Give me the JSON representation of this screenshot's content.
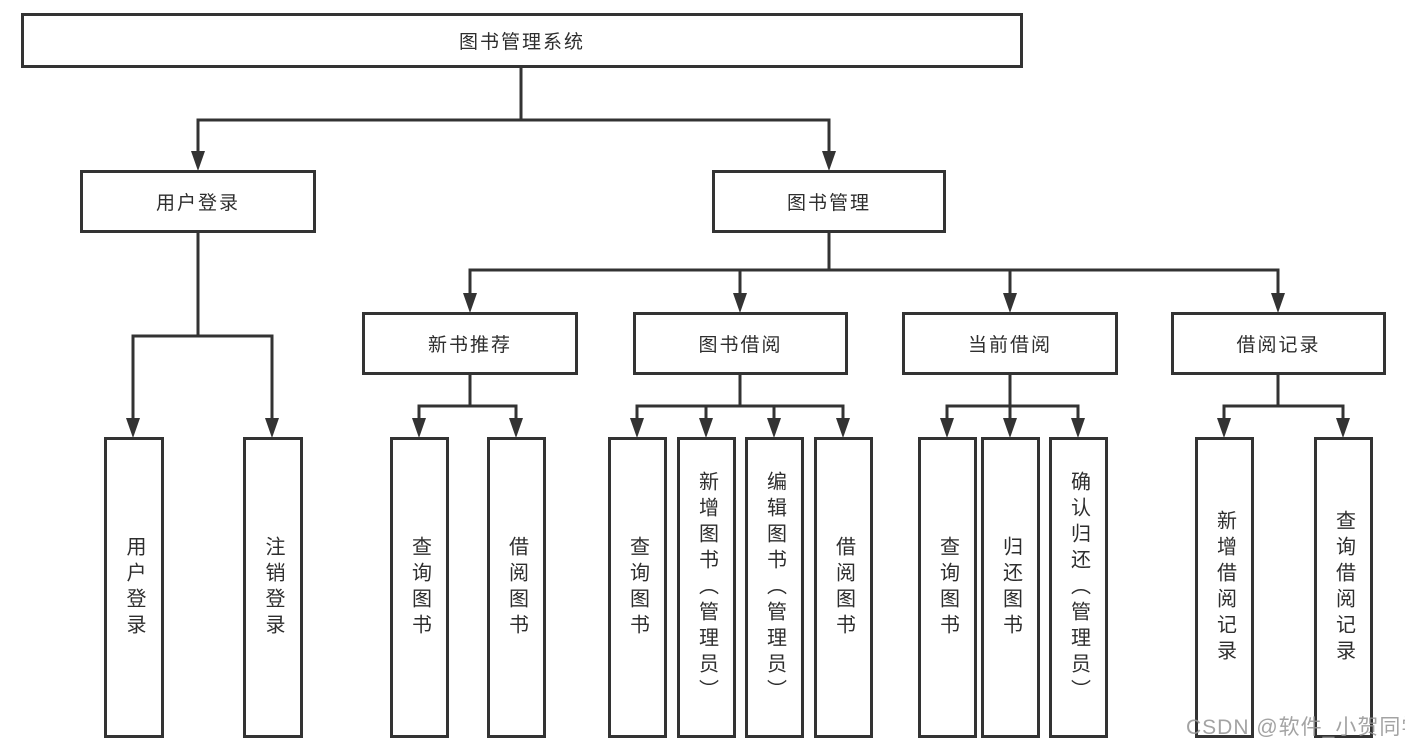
{
  "watermark": "CSDN @软件_小贺同学",
  "colors": {
    "line": "#333333",
    "text": "#2e2e2e",
    "watermark": "#969696"
  },
  "diagram": {
    "root": {
      "label": "图书管理系统"
    },
    "branches": [
      {
        "label": "用户登录",
        "children": [
          {
            "label": "用户登录"
          },
          {
            "label": "注销登录"
          }
        ]
      },
      {
        "label": "图书管理",
        "children": [
          {
            "label": "新书推荐",
            "children": [
              {
                "label": "查询图书"
              },
              {
                "label": "借阅图书"
              }
            ]
          },
          {
            "label": "图书借阅",
            "children": [
              {
                "label": "查询图书"
              },
              {
                "label": "新增图书（管理员）"
              },
              {
                "label": "编辑图书（管理员）"
              },
              {
                "label": "借阅图书"
              }
            ]
          },
          {
            "label": "当前借阅",
            "children": [
              {
                "label": "查询图书"
              },
              {
                "label": "归还图书"
              },
              {
                "label": "确认归还（管理员）"
              }
            ]
          },
          {
            "label": "借阅记录",
            "children": [
              {
                "label": "新增借阅记录"
              },
              {
                "label": "查询借阅记录"
              }
            ]
          }
        ]
      }
    ]
  }
}
